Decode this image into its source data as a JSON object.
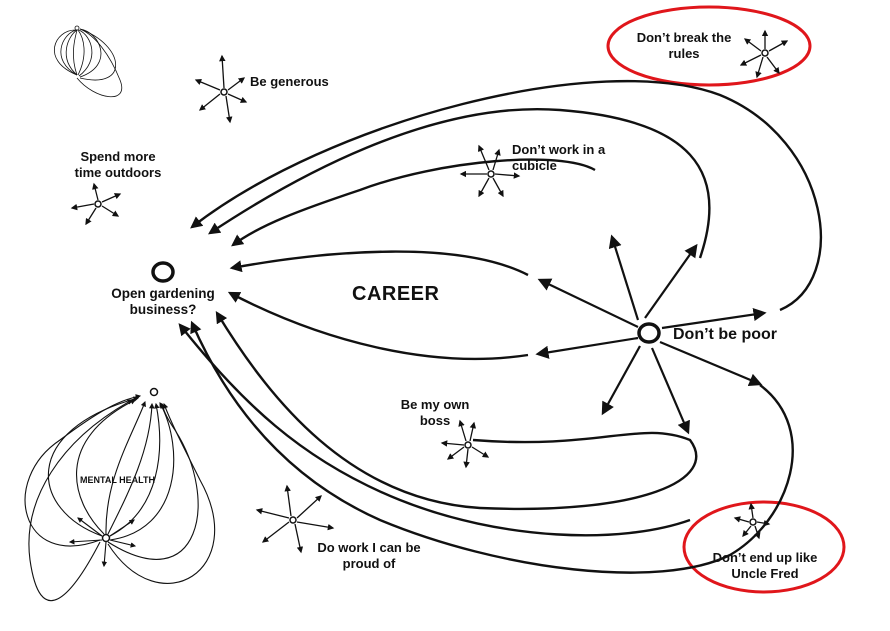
{
  "title": "CAREER",
  "goal": "Open gardening business?",
  "source": "Don’t be poor",
  "motivations": {
    "be_generous": "Be generous",
    "spend_outdoors": "Spend more time outdoors",
    "dont_cubicle": "Don’t work in a cubicle",
    "dont_break_rules": "Don’t break the rules",
    "be_own_boss": "Be my own boss",
    "proud_work": "Do work I can be proud of",
    "uncle_fred": "Don’t end up like Uncle Fred",
    "mental_health": "MENTAL HEALTH"
  },
  "highlight_color": "#e0161b",
  "line_color": "#111111"
}
